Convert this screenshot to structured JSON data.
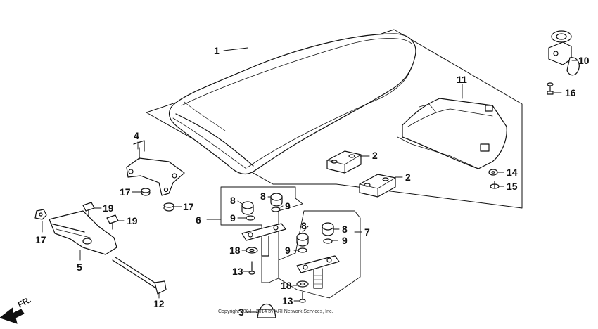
{
  "diagram": {
    "callouts": {
      "c1": "1",
      "c2a": "2",
      "c2b": "2",
      "c3": "3",
      "c4": "4",
      "c5": "5",
      "c6": "6",
      "c7": "7",
      "c8a": "8",
      "c8b": "8",
      "c8c": "8",
      "c8d": "8",
      "c9a": "9",
      "c9b": "9",
      "c9c": "9",
      "c9d": "9",
      "c10": "10",
      "c11": "11",
      "c12": "12",
      "c13a": "13",
      "c13b": "13",
      "c14": "14",
      "c15": "15",
      "c16": "16",
      "c17a": "17",
      "c17b": "17",
      "c17c": "17",
      "c18a": "18",
      "c18b": "18",
      "c19a": "19",
      "c19b": "19"
    },
    "front_label": "FR.",
    "copyright": "Copyright 2004 - 2014 by ARI Network Services, Inc."
  },
  "colors": {
    "ink": "#111111",
    "paper": "#ffffff",
    "shade": "#d9d9d9"
  }
}
